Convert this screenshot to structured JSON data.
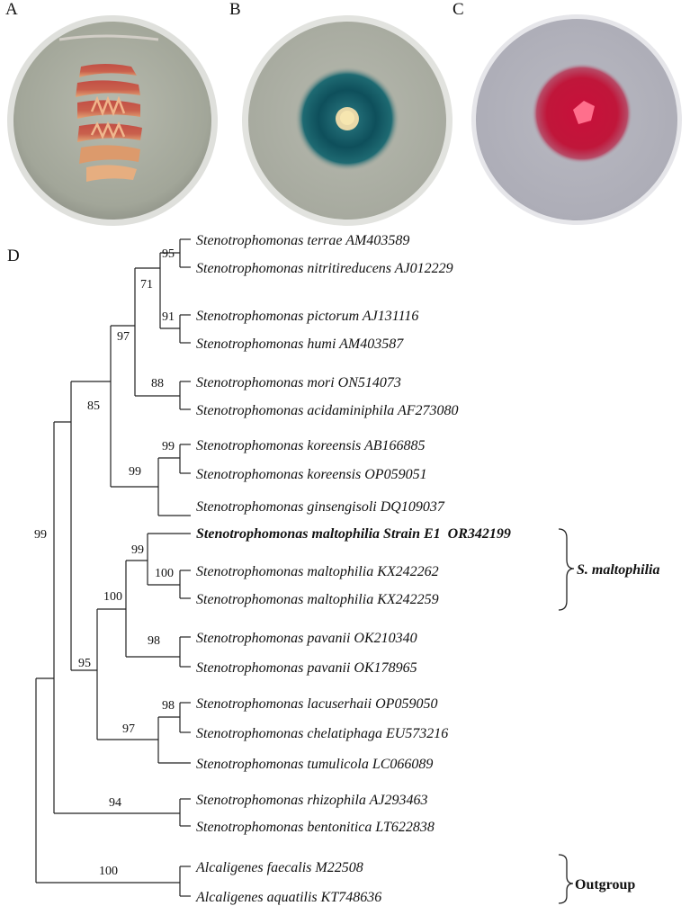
{
  "panels": {
    "a": {
      "label": "A"
    },
    "b": {
      "label": "B"
    },
    "c": {
      "label": "C"
    },
    "d": {
      "label": "D"
    }
  },
  "colors": {
    "agar": "#a9ada0",
    "agar_dark": "#8e9187",
    "plate_rim": "#e8e8e4",
    "streak_red": "#c25a4e",
    "streak_orange": "#e0a070",
    "halo_teal": "#0f4f5a",
    "halo_teal_light": "#2f7f86",
    "colony_cream": "#f3dc9c",
    "halo_red": "#c0163a",
    "colony_pink": "#ff6a8a",
    "plate_c_bg": "#b8b8c0"
  },
  "tree": {
    "taxa": [
      "Stenotrophomonas terrae AM403589",
      "Stenotrophomonas nitritireducens AJ012229",
      "Stenotrophomonas pictorum AJ131116",
      "Stenotrophomonas humi AM403587",
      "Stenotrophomonas mori ON514073",
      "Stenotrophomonas acidaminiphila AF273080",
      "Stenotrophomonas koreensis AB166885",
      "Stenotrophomonas koreensis OP059051",
      "Stenotrophomonas ginsengisoli DQ109037",
      "Stenotrophomonas maltophilia Strain E1  OR342199",
      "Stenotrophomonas maltophilia KX242262",
      "Stenotrophomonas maltophilia KX242259",
      "Stenotrophomonas pavanii OK210340",
      "Stenotrophomonas pavanii OK178965",
      "Stenotrophomonas lacuserhaii OP059050",
      "Stenotrophomonas chelatiphaga EU573216",
      "Stenotrophomonas tumulicola LC066089",
      "Stenotrophomonas rhizophila AJ293463",
      "Stenotrophomonas bentonitica LT622838",
      "Alcaligenes faecalis M22508",
      "Alcaligenes aquatilis KT748636"
    ],
    "highlighted_taxon": "Stenotrophomonas maltophilia Strain E1  OR342199",
    "bootstrap": [
      "95",
      "71",
      "91",
      "97",
      "88",
      "85",
      "99",
      "99",
      "99",
      "99",
      "100",
      "100",
      "98",
      "95",
      "98",
      "97",
      "94",
      "100"
    ],
    "clades": [
      {
        "label": "S. maltophilia",
        "style": "bold-italic"
      },
      {
        "label": "Outgroup",
        "style": "bold"
      }
    ]
  }
}
